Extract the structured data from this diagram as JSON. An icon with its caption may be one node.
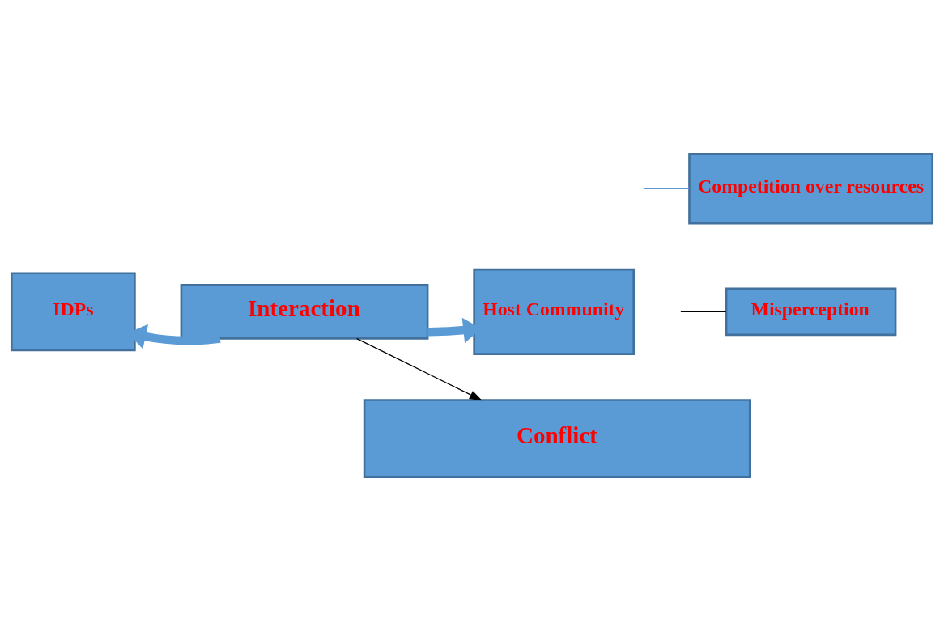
{
  "diagram": {
    "nodes": [
      {
        "text": [
          "IDPs"
        ]
      },
      {
        "text": [
          "Interaction"
        ]
      },
      {
        "text": [
          "Host Community"
        ]
      },
      {
        "text": [
          "Competition over resources"
        ]
      },
      {
        "text": [
          "Misperception"
        ]
      },
      {
        "text": [
          "Conflict"
        ]
      }
    ],
    "edges": [
      {
        "from": 1,
        "to": 0,
        "arrow": "to",
        "style": "thick",
        "color": "#5b9bd5"
      },
      {
        "from": 1,
        "to": 2,
        "arrow": "to",
        "style": "thick",
        "color": "#5b9bd5"
      },
      {
        "from": 1,
        "to": 5,
        "arrow": "to",
        "color": "#000000"
      },
      {
        "from": 3,
        "to": null,
        "arrow": "none",
        "color": "#5b9bd5"
      },
      {
        "from": 4,
        "to": null,
        "arrow": "none",
        "color": "#000000"
      }
    ]
  }
}
